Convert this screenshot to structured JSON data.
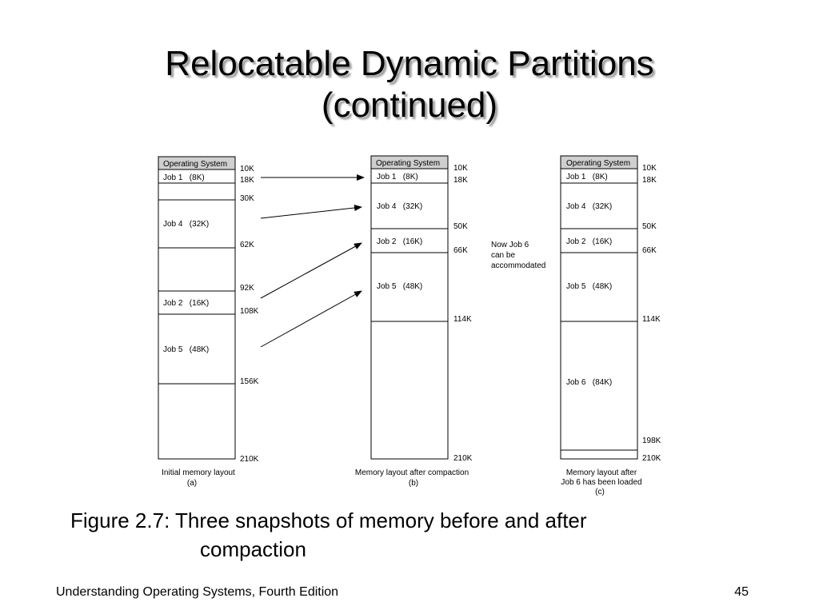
{
  "slide": {
    "title_line1": "Relocatable Dynamic Partitions",
    "title_line2": "(continued)",
    "caption_line1": "Figure 2.7: Three snapshots of memory before and after",
    "caption_line2": "compaction",
    "footer_left": "Understanding Operating Systems, Fourth Edition",
    "page_number": "45"
  },
  "panel_a": {
    "os_label": "Operating System",
    "jobs": [
      {
        "label": "Job 1   (8K)"
      },
      {
        "label": "Job 4   (32K)"
      },
      {
        "label": "Job 2   (16K)"
      },
      {
        "label": "Job 5   (48K)"
      }
    ],
    "addresses": [
      "10K",
      "18K",
      "30K",
      "62K",
      "92K",
      "108K",
      "156K",
      "210K"
    ],
    "caption": "Initial memory layout",
    "sub": "(a)"
  },
  "panel_b": {
    "os_label": "Operating System",
    "jobs": [
      {
        "label": "Job 1   (8K)"
      },
      {
        "label": "Job 4   (32K)"
      },
      {
        "label": "Job 2   (16K)"
      },
      {
        "label": "Job 5   (48K)"
      }
    ],
    "addresses": [
      "10K",
      "18K",
      "50K",
      "66K",
      "114K",
      "210K"
    ],
    "caption": "Memory layout after compaction",
    "sub": "(b)"
  },
  "note": {
    "line1": "Now Job 6",
    "line2": "can be",
    "line3": "accommodated"
  },
  "panel_c": {
    "os_label": "Operating System",
    "jobs": [
      {
        "label": "Job 1   (8K)"
      },
      {
        "label": "Job 4   (32K)"
      },
      {
        "label": "Job 2   (16K)"
      },
      {
        "label": "Job 5   (48K)"
      },
      {
        "label": "Job 6   (84K)"
      }
    ],
    "addresses": [
      "10K",
      "18K",
      "50K",
      "66K",
      "114K",
      "198K",
      "210K"
    ],
    "caption_line1": "Memory layout after",
    "caption_line2": "Job 6 has been loaded",
    "sub": "(c)"
  }
}
